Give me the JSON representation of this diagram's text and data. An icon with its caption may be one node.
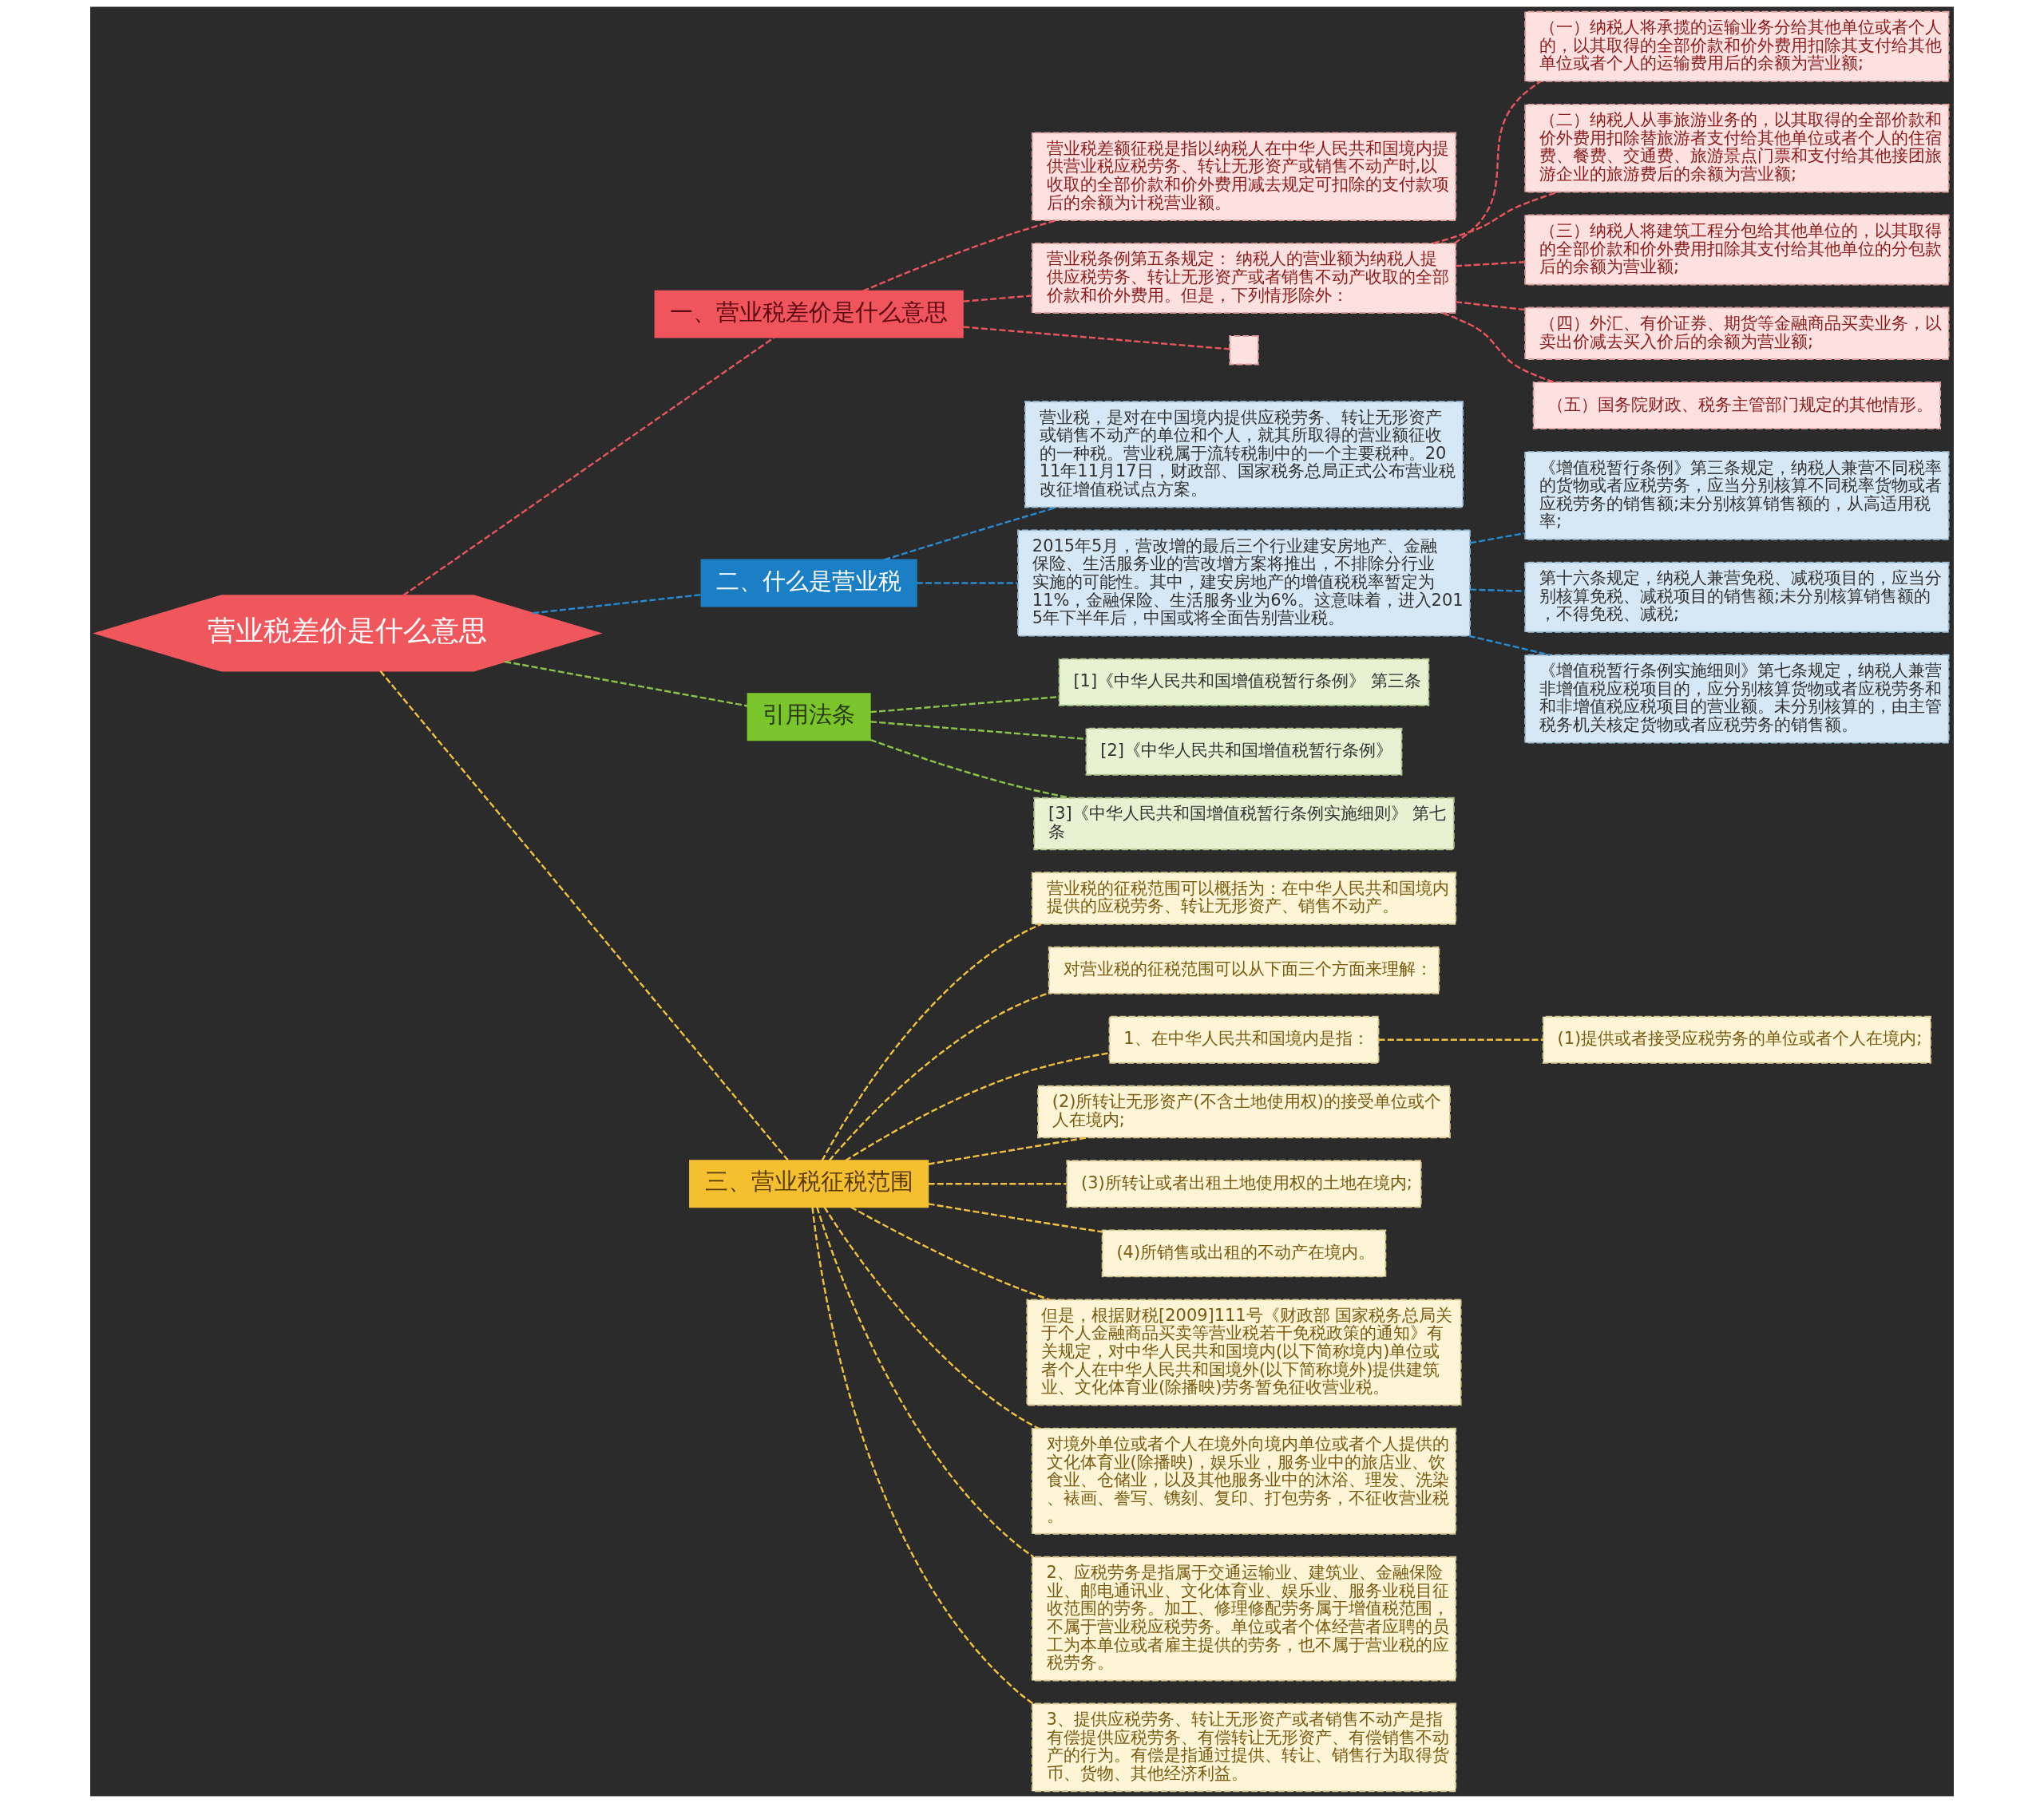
{
  "diagram": {
    "nodes": [
      {
        "text": [
          "营业税差价是什么意思"
        ]
      },
      {
        "text": [
          "一、营业税差价是什么意思"
        ]
      },
      {
        "text": [
          "营业税差额征税是指以纳税人在中华人民共和国境内提供营业税应税劳务、转让无形资产或销售不动产时,以收取的全部价款和价外费用减去规定可扣除的支付款项后的余额为计税营业额。"
        ]
      },
      {
        "text": [
          "营业税条例第五条规定： 纳税人的营业额为纳税人提供应税劳务、转让无形资产或者销售不动产收取的全部价款和价外费用。但是，下列情形除外："
        ]
      },
      {
        "text": [
          "（一）纳税人将承揽的运输业务分给其他单位或者个人的，以其取得的全部价款和价外费用扣除其支付给其他单位或者个人的运输费用后的余额为营业额;"
        ]
      },
      {
        "text": [
          "（二）纳税人从事旅游业务的，以其取得的全部价款和价外费用扣除替旅游者支付给其他单位或者个人的住宿费、餐费、交通费、旅游景点门票和支付给其他接团旅游企业的旅游费后的余额为营业额;"
        ]
      },
      {
        "text": [
          "（三）纳税人将建筑工程分包给其他单位的，以其取得的全部价款和价外费用扣除其支付给其他单位的分包款后的余额为营业额;"
        ]
      },
      {
        "text": [
          "（四）外汇、有价证券、期货等金融商品买卖业务，以卖出价减去买入价后的余额为营业额;"
        ]
      },
      {
        "text": [
          "（五）国务院财政、税务主管部门规定的其他情形。"
        ]
      },
      {
        "text": [],
        "shape": "box"
      },
      {
        "text": [
          "二、什么是营业税"
        ]
      },
      {
        "text": [
          "营业税，是对在中国境内提供应税劳务、转让无形资产或销售不动产的单位和个人，就其所取得的营业额征收的一种税。营业税属于流转税制中的一个主要税种。2011年11月17日，财政部、国家税务总局正式公布营业税改征增值税试点方案。"
        ]
      },
      {
        "text": [
          "2015年5月，营改增的最后三个行业建安房地产、金融保险、生活服务业的营改增方案将推出，不排除分行业实施的可能性。其中，建安房地产的增值税税率暂定为11%，金融保险、生活服务业为6%。这意味着，进入2015年下半年后，中国或将全面告别营业税。"
        ]
      },
      {
        "text": [
          "《增值税暂行条例》第三条规定，纳税人兼营不同税率的货物或者应税劳务，应当分别核算不同税率货物或者应税劳务的销售额;未分别核算销售额的，从高适用税率;"
        ]
      },
      {
        "text": [
          "第十六条规定，纳税人兼营免税、减税项目的，应当分别核算免税、减税项目的销售额;未分别核算销售额的，不得免税、减税;"
        ]
      },
      {
        "text": [
          "《增值税暂行条例实施细则》第七条规定，纳税人兼营非增值税应税项目的，应分别核算货物或者应税劳务和和非增值税应税项目的营业额。未分别核算的，由主管税务机关核定货物或者应税劳务的销售额。"
        ]
      },
      {
        "text": [
          "引用法条"
        ]
      },
      {
        "text": [
          "[1]《中华人民共和国增值税暂行条例》 第三条"
        ]
      },
      {
        "text": [
          "[2]《中华人民共和国增值税暂行条例》"
        ]
      },
      {
        "text": [
          "[3]《中华人民共和国增值税暂行条例实施细则》 第七条"
        ]
      },
      {
        "text": [
          "三、营业税征税范围"
        ]
      },
      {
        "text": [
          "营业税的征税范围可以概括为：在中华人民共和国境内提供的应税劳务、转让无形资产、销售不动产。"
        ]
      },
      {
        "text": [
          "对营业税的征税范围可以从下面三个方面来理解："
        ]
      },
      {
        "text": [
          "1、在中华人民共和国境内是指："
        ]
      },
      {
        "text": [
          "(1)提供或者接受应税劳务的单位或者个人在境内;"
        ]
      },
      {
        "text": [
          "(2)所转让无形资产(不含土地使用权)的接受单位或个人在境内;"
        ]
      },
      {
        "text": [
          "(3)所转让或者出租土地使用权的土地在境内;"
        ]
      },
      {
        "text": [
          "(4)所销售或出租的不动产在境内。"
        ]
      },
      {
        "text": [
          "但是，根据财税[2009]111号《财政部 国家税务总局关于个人金融商品买卖等营业税若干免税政策的通知》有关规定，对中华人民共和国境内(以下简称境内)单位或者个人在中华人民共和国境外(以下简称境外)提供建筑业、文化体育业(除播映)劳务暂免征收营业税。"
        ]
      },
      {
        "text": [
          "对境外单位或者个人在境外向境内单位或者个人提供的文化体育业(除播映)，娱乐业，服务业中的旅店业、饮食业、仓储业，以及其他服务业中的沐浴、理发、洗染、裱画、誊写、镌刻、复印、打包劳务，不征收营业税。"
        ]
      },
      {
        "text": [
          "2、应税劳务是指属于交通运输业、建筑业、金融保险业、邮电通讯业、文化体育业、娱乐业、服务业税目征收范围的劳务。加工、修理修配劳务属于增值税范围，不属于营业税应税劳务。单位或者个体经营者应聘的员工为本单位或者雇主提供的劳务，也不属于营业税的应税劳务。"
        ]
      },
      {
        "text": [
          "3、提供应税劳务、转让无形资产或者销售不动产是指有偿提供应税劳务、有偿转让无形资产、有偿销售不动产的行为。有偿是指通过提供、转让、销售行为取得货币、货物、其他经济利益。"
        ]
      }
    ],
    "edges": [
      {
        "from": 0,
        "to": 1,
        "arrow": "none",
        "style": "dashed",
        "color": "#e8555c"
      },
      {
        "from": 1,
        "to": 2,
        "arrow": "none",
        "style": "dashed",
        "color": "#e8555c"
      },
      {
        "from": 1,
        "to": 3,
        "arrow": "none",
        "style": "dashed",
        "color": "#e8555c"
      },
      {
        "from": 3,
        "to": 4,
        "arrow": "none",
        "style": "dashed",
        "color": "#e8555c"
      },
      {
        "from": 3,
        "to": 5,
        "arrow": "none",
        "style": "dashed",
        "color": "#e8555c"
      },
      {
        "from": 3,
        "to": 6,
        "arrow": "none",
        "style": "dashed",
        "color": "#e8555c"
      },
      {
        "from": 3,
        "to": 7,
        "arrow": "none",
        "style": "dashed",
        "color": "#e8555c"
      },
      {
        "from": 3,
        "to": 8,
        "arrow": "none",
        "style": "dashed",
        "color": "#e8555c"
      },
      {
        "from": 1,
        "to": 9,
        "arrow": "none",
        "style": "dashed",
        "color": "#e8555c"
      },
      {
        "from": 0,
        "to": 10,
        "arrow": "none",
        "style": "dashed",
        "color": "#2a8ad0"
      },
      {
        "from": 10,
        "to": 11,
        "arrow": "none",
        "style": "dashed",
        "color": "#2a8ad0"
      },
      {
        "from": 10,
        "to": 12,
        "arrow": "none",
        "style": "dashed",
        "color": "#2a8ad0"
      },
      {
        "from": 12,
        "to": 13,
        "arrow": "none",
        "style": "dashed",
        "color": "#2a8ad0"
      },
      {
        "from": 12,
        "to": 14,
        "arrow": "none",
        "style": "dashed",
        "color": "#2a8ad0"
      },
      {
        "from": 12,
        "to": 15,
        "arrow": "none",
        "style": "dashed",
        "color": "#2a8ad0"
      },
      {
        "from": 0,
        "to": 16,
        "arrow": "none",
        "style": "dashed",
        "color": "#8bc34a"
      },
      {
        "from": 16,
        "to": 17,
        "arrow": "none",
        "style": "dashed",
        "color": "#8bc34a"
      },
      {
        "from": 16,
        "to": 18,
        "arrow": "none",
        "style": "dashed",
        "color": "#8bc34a"
      },
      {
        "from": 16,
        "to": 19,
        "arrow": "none",
        "style": "dashed",
        "color": "#8bc34a"
      },
      {
        "from": 0,
        "to": 20,
        "arrow": "none",
        "style": "dashed"
      },
      {
        "from": 20,
        "to": 21,
        "arrow": "none",
        "style": "dashed"
      },
      {
        "from": 20,
        "to": 22,
        "arrow": "none",
        "style": "dashed"
      },
      {
        "from": 20,
        "to": 23,
        "arrow": "none",
        "style": "dashed"
      },
      {
        "from": 23,
        "to": 24,
        "arrow": "none",
        "style": "dashed"
      },
      {
        "from": 20,
        "to": 25,
        "arrow": "none",
        "style": "dashed"
      },
      {
        "from": 20,
        "to": 26,
        "arrow": "none",
        "style": "dashed"
      },
      {
        "from": 20,
        "to": 27,
        "arrow": "none",
        "style": "dashed"
      },
      {
        "from": 20,
        "to": 28,
        "arrow": "none",
        "style": "dashed"
      },
      {
        "from": 20,
        "to": 29,
        "arrow": "none",
        "style": "dashed"
      },
      {
        "from": 20,
        "to": 30,
        "arrow": "none",
        "style": "dashed"
      },
      {
        "from": 20,
        "to": 31,
        "arrow": "none",
        "style": "dashed"
      }
    ]
  }
}
